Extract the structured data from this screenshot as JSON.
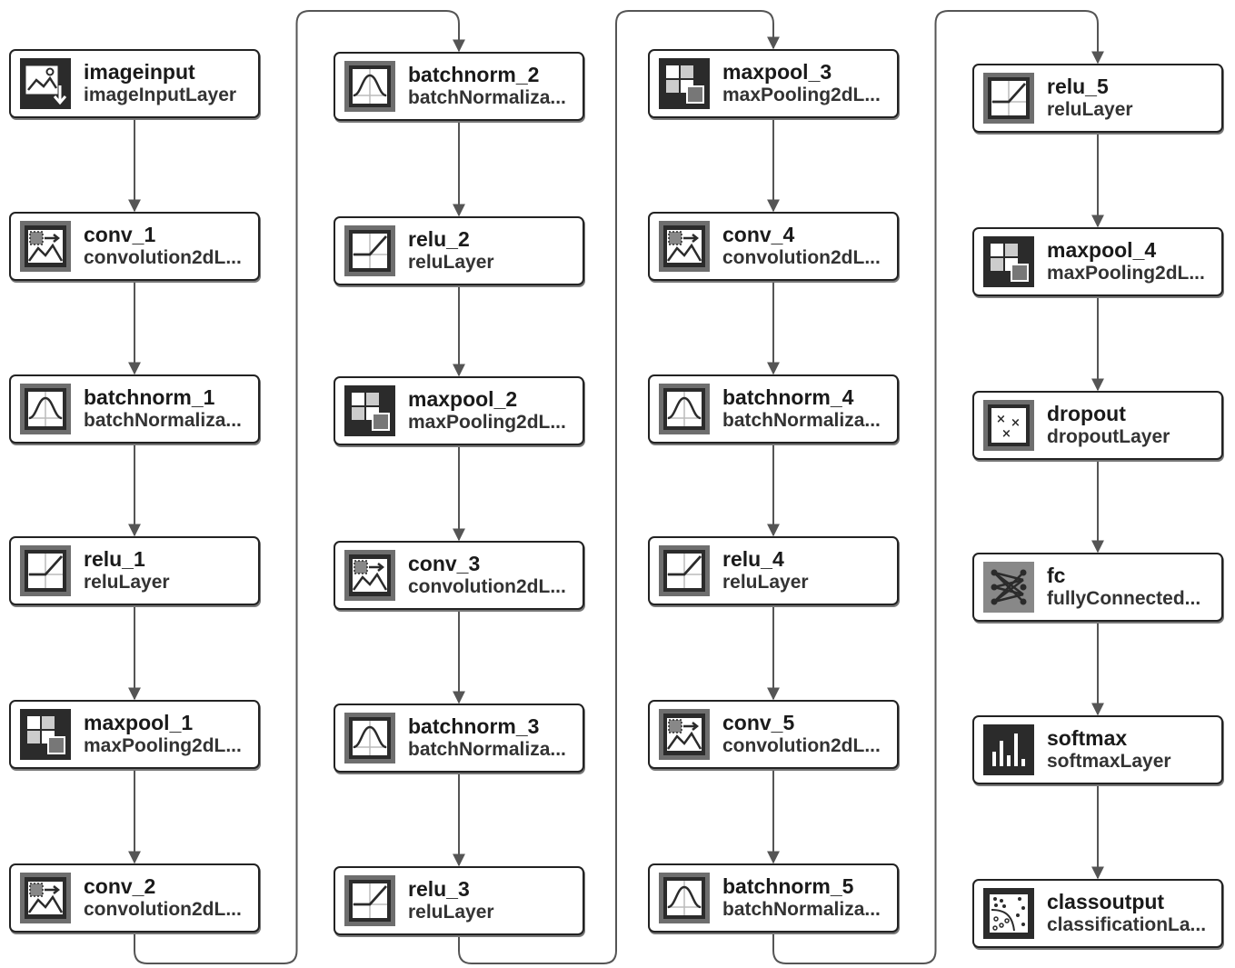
{
  "diagram": {
    "columns": [
      [
        {
          "name": "imageinput",
          "type": "imageInputLayer",
          "icon": "image-input-icon"
        },
        {
          "name": "conv_1",
          "type": "convolution2dL...",
          "icon": "convolution-icon"
        },
        {
          "name": "batchnorm_1",
          "type": "batchNormaliza...",
          "icon": "batchnorm-icon"
        },
        {
          "name": "relu_1",
          "type": "reluLayer",
          "icon": "relu-icon"
        },
        {
          "name": "maxpool_1",
          "type": "maxPooling2dL...",
          "icon": "maxpool-icon"
        },
        {
          "name": "conv_2",
          "type": "convolution2dL...",
          "icon": "convolution-icon"
        }
      ],
      [
        {
          "name": "batchnorm_2",
          "type": "batchNormaliza...",
          "icon": "batchnorm-icon"
        },
        {
          "name": "relu_2",
          "type": "reluLayer",
          "icon": "relu-icon"
        },
        {
          "name": "maxpool_2",
          "type": "maxPooling2dL...",
          "icon": "maxpool-icon"
        },
        {
          "name": "conv_3",
          "type": "convolution2dL...",
          "icon": "convolution-icon"
        },
        {
          "name": "batchnorm_3",
          "type": "batchNormaliza...",
          "icon": "batchnorm-icon"
        },
        {
          "name": "relu_3",
          "type": "reluLayer",
          "icon": "relu-icon"
        }
      ],
      [
        {
          "name": "maxpool_3",
          "type": "maxPooling2dL...",
          "icon": "maxpool-icon"
        },
        {
          "name": "conv_4",
          "type": "convolution2dL...",
          "icon": "convolution-icon"
        },
        {
          "name": "batchnorm_4",
          "type": "batchNormaliza...",
          "icon": "batchnorm-icon"
        },
        {
          "name": "relu_4",
          "type": "reluLayer",
          "icon": "relu-icon"
        },
        {
          "name": "conv_5",
          "type": "convolution2dL...",
          "icon": "convolution-icon"
        },
        {
          "name": "batchnorm_5",
          "type": "batchNormaliza...",
          "icon": "batchnorm-icon"
        }
      ],
      [
        {
          "name": "relu_5",
          "type": "reluLayer",
          "icon": "relu-icon"
        },
        {
          "name": "maxpool_4",
          "type": "maxPooling2dL...",
          "icon": "maxpool-icon"
        },
        {
          "name": "dropout",
          "type": "dropoutLayer",
          "icon": "dropout-icon"
        },
        {
          "name": "fc",
          "type": "fullyConnected...",
          "icon": "fully-connected-icon"
        },
        {
          "name": "softmax",
          "type": "softmaxLayer",
          "icon": "softmax-icon"
        },
        {
          "name": "classoutput",
          "type": "classificationLa...",
          "icon": "classification-output-icon"
        }
      ]
    ],
    "colors": {
      "node_border": "#222222",
      "wire": "#555555",
      "icon_dark": "#2b2b2b",
      "icon_frame": "#6e6e6e"
    }
  }
}
